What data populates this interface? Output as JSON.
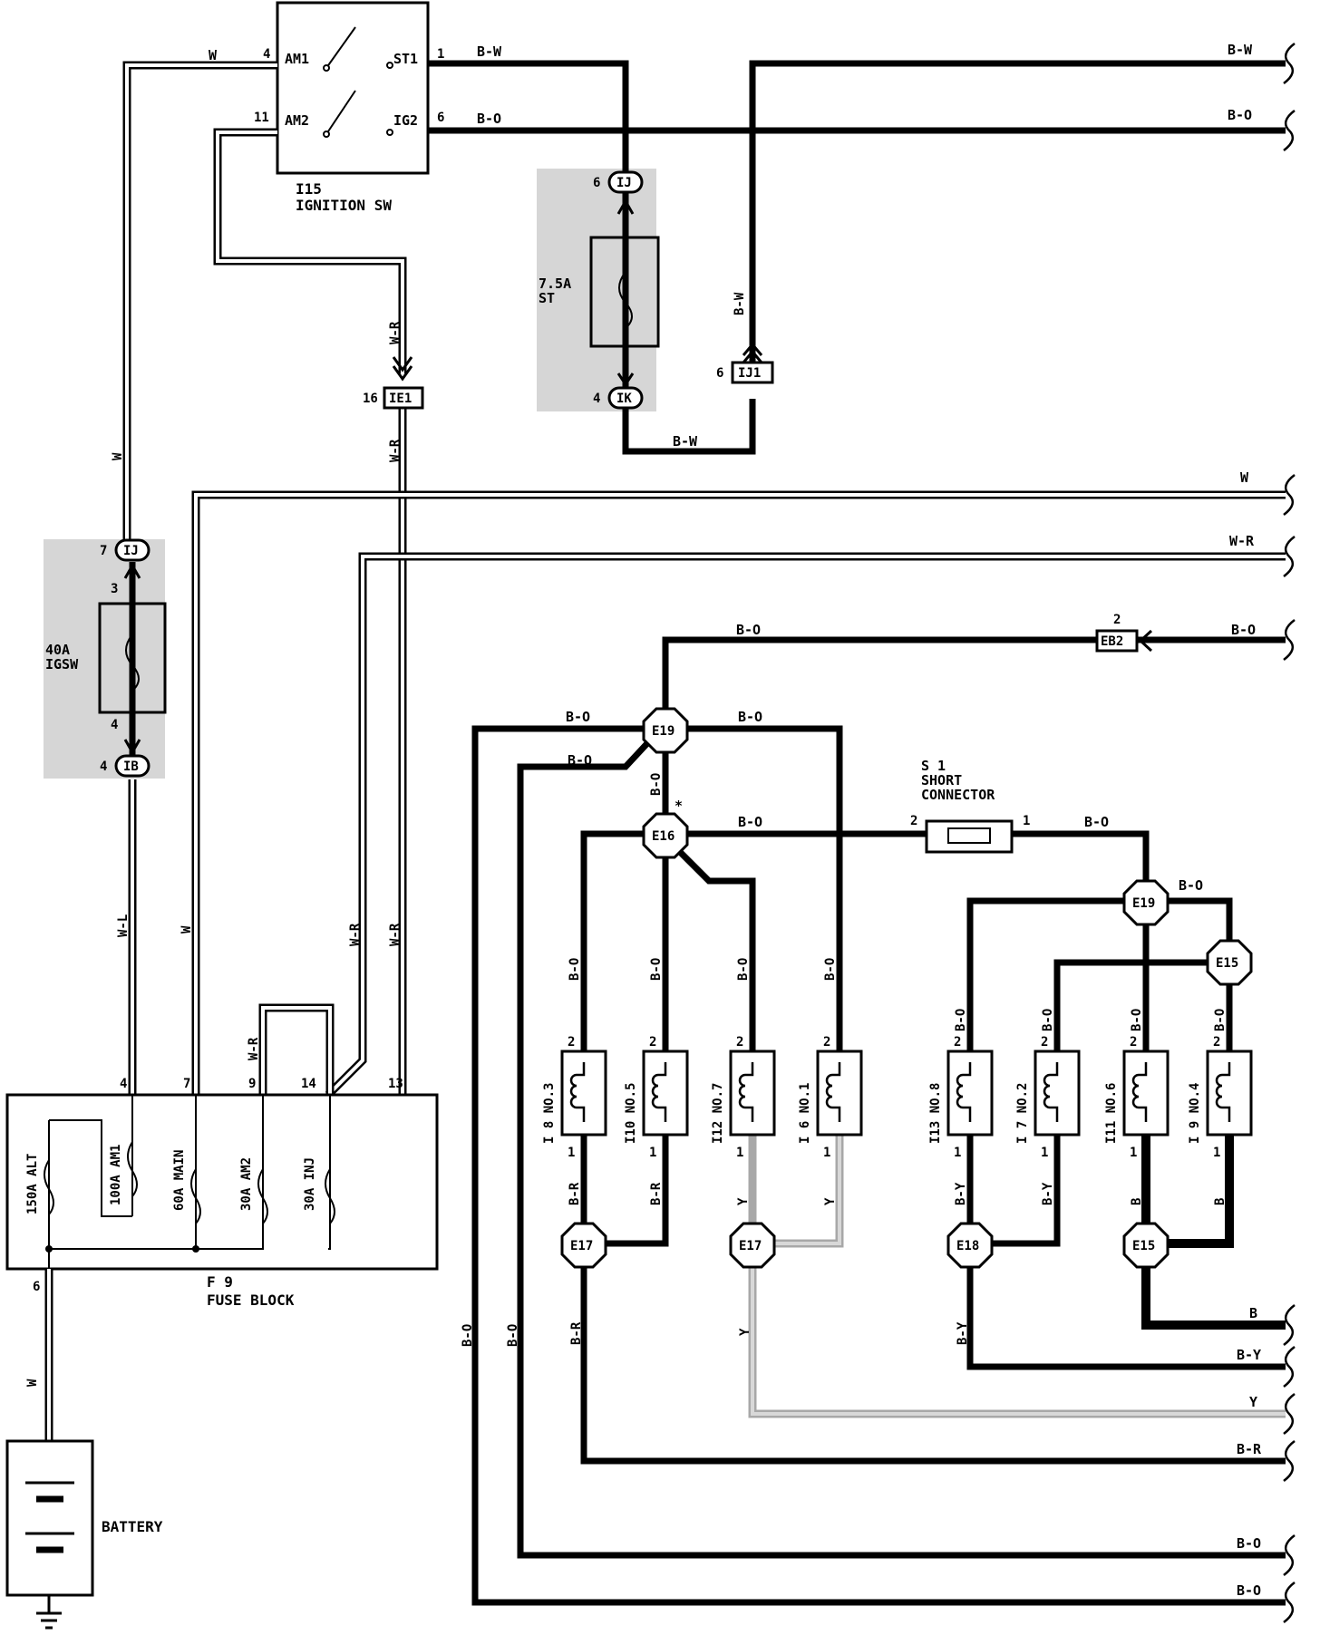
{
  "components": {
    "ignition_switch": {
      "ref": "I15",
      "name": "IGNITION SW",
      "terminals": [
        "AM1",
        "AM2",
        "ST1",
        "IG2"
      ],
      "pins": [
        "4",
        "11",
        "1",
        "6"
      ]
    },
    "fuse_st": {
      "rating": "7.5A",
      "name": "ST"
    },
    "fuse_igsw": {
      "rating": "40A",
      "name": "IGSW"
    },
    "fuse_block": {
      "ref": "F 9",
      "name": "FUSE BLOCK",
      "pins": [
        "4",
        "7",
        "9",
        "14",
        "13",
        "6"
      ],
      "fuses": [
        "150A ALT",
        "100A AM1",
        "60A MAIN",
        "30A AM2",
        "30A INJ"
      ]
    },
    "battery": {
      "name": "BATTERY"
    },
    "short_connector": {
      "ref": "S 1",
      "name_line1": "SHORT",
      "name_line2": "CONNECTOR",
      "pin_left": "2",
      "pin_right": "1"
    },
    "injectors": [
      {
        "label": "I 8 NO.3",
        "pin_top": "2",
        "pin_bottom": "1",
        "wire_top": "B-O",
        "wire_bottom": "B-R"
      },
      {
        "label": "I10 NO.5",
        "pin_top": "2",
        "pin_bottom": "1",
        "wire_top": "B-O",
        "wire_bottom": "B-R"
      },
      {
        "label": "I12 NO.7",
        "pin_top": "2",
        "pin_bottom": "1",
        "wire_top": "B-O",
        "wire_bottom": "Y"
      },
      {
        "label": "I 6 NO.1",
        "pin_top": "2",
        "pin_bottom": "1",
        "wire_top": "B-O",
        "wire_bottom": "Y"
      },
      {
        "label": "I13 NO.8",
        "pin_top": "2",
        "pin_bottom": "1",
        "wire_top": "B-O",
        "wire_bottom": "B-Y"
      },
      {
        "label": "I 7 NO.2",
        "pin_top": "2",
        "pin_bottom": "1",
        "wire_top": "B-O",
        "wire_bottom": "B-Y"
      },
      {
        "label": "I11 NO.6",
        "pin_top": "2",
        "pin_bottom": "1",
        "wire_top": "B-O",
        "wire_bottom": "B"
      },
      {
        "label": "I 9 NO.4",
        "pin_top": "2",
        "pin_bottom": "1",
        "wire_top": "B-O",
        "wire_bottom": "B"
      }
    ]
  },
  "connectors": {
    "ij_top": {
      "id": "IJ",
      "pin": "6"
    },
    "ik": {
      "id": "IK",
      "pin": "4"
    },
    "ij1": {
      "id": "IJ1",
      "pin": "6"
    },
    "ie1": {
      "id": "IE1",
      "pin": "16"
    },
    "ij_fuse": {
      "id": "IJ",
      "pin": "7"
    },
    "ib": {
      "id": "IB",
      "pin": "4"
    },
    "eb2": {
      "id": "EB2",
      "pin": "2"
    },
    "fuse_pin_top": "3",
    "fuse_pin_bottom": "4"
  },
  "splices": {
    "e19_a": "E19",
    "e16": "E16",
    "e19_b": "E19",
    "e15_a": "E15",
    "e17_a": "E17",
    "e17_b": "E17",
    "e18": "E18",
    "e15_b": "E15",
    "star": "*"
  },
  "wire_labels": {
    "w_am1": "W",
    "bw_st1": "B-W",
    "bo_ig2": "B-O",
    "out_bw": "B-W",
    "out_bo1": "B-O",
    "wr_v1": "W-R",
    "wr_v2": "W-R",
    "bw_v": "B-W",
    "bw_h": "B-W",
    "out_w": "W",
    "out_wr": "W-R",
    "w_v1": "W",
    "wl_v": "W-L",
    "w_v2": "W",
    "wr_v3": "W-R",
    "wr_v4": "W-R",
    "wr_v5": "W-R",
    "w_batt": "W",
    "bo_eb2": "B-O",
    "out_bo2": "B-O",
    "bo_e19_l": "B-O",
    "bo_e19_r": "B-O",
    "bo_e19_l2": "B-O",
    "bo_e19_v": "B-O",
    "bo_e16": "B-O",
    "bo_s1": "B-O",
    "bo_e19b": "B-O",
    "bo_left1": "B-O",
    "bo_left2": "B-O",
    "br_left": "B-R",
    "y_left": "Y",
    "by_left": "B-Y",
    "out_b": "B",
    "out_by": "B-Y",
    "out_y": "Y",
    "out_br": "B-R",
    "out_bo3": "B-O",
    "out_bo4": "B-O"
  }
}
